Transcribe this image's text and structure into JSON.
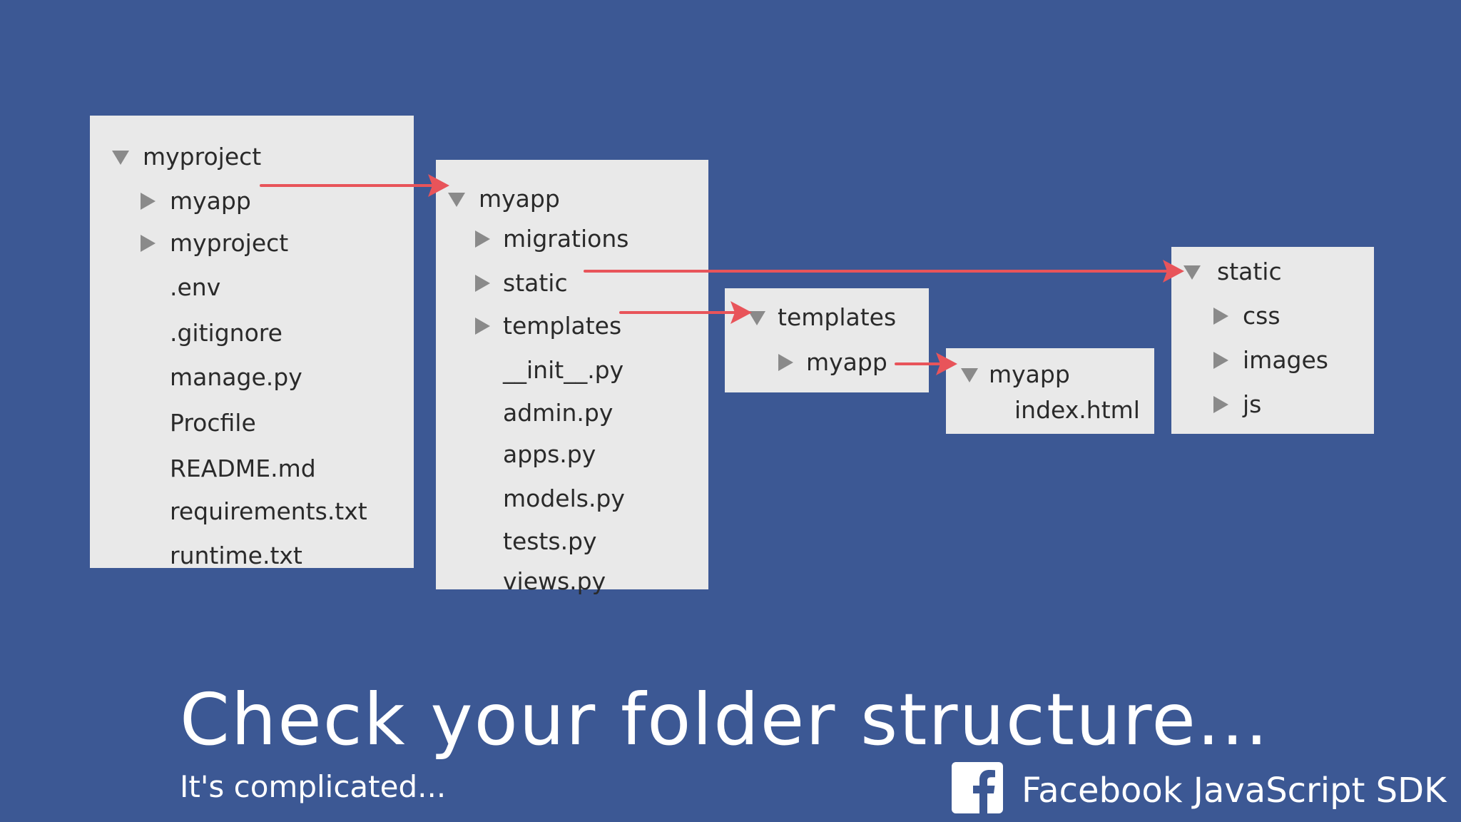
{
  "panels": {
    "project": {
      "root": "myproject",
      "folders": [
        "myapp",
        "myproject"
      ],
      "files": [
        ".env",
        ".gitignore",
        "manage.py",
        "Procfile",
        "README.md",
        "requirements.txt",
        "runtime.txt"
      ]
    },
    "app": {
      "root": "myapp",
      "folders": [
        "migrations",
        "static",
        "templates"
      ],
      "files": [
        "__init__.py",
        "admin.py",
        "apps.py",
        "models.py",
        "tests.py",
        "views.py"
      ]
    },
    "templates": {
      "root": "templates",
      "folders": [
        "myapp"
      ]
    },
    "templates_app": {
      "root": "myapp",
      "files": [
        "index.html"
      ]
    },
    "static": {
      "root": "static",
      "folders": [
        "css",
        "images",
        "js"
      ]
    }
  },
  "title": "Check your folder structure...",
  "subtitle": "It's complicated...",
  "brand": {
    "logo_icon": "facebook-icon",
    "name": "Facebook JavaScript SDK"
  },
  "colors": {
    "background": "#3c5894",
    "panel": "#e9e9e9",
    "arrow": "#e8545a",
    "triangle": "#8a8a8a"
  }
}
